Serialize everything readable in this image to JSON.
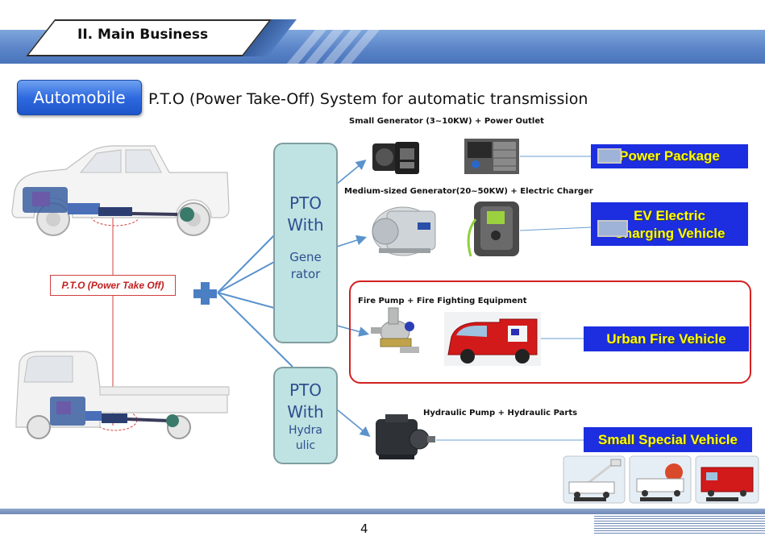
{
  "header": {
    "title": "II. Main Business"
  },
  "tag": {
    "label": "Automobile"
  },
  "main_title": "P.T.O (Power Take-Off) System for automatic transmission",
  "pto_label": "P.T.O (Power Take Off)",
  "pto_generator": {
    "line1": "PTO",
    "line2": "With",
    "line3": "Gene",
    "line4": "rator"
  },
  "pto_hydraulic": {
    "line1": "PTO",
    "line2": "With",
    "line3": "Hydra",
    "line4": "ulic"
  },
  "captions": {
    "small_generator": "Small Generator (3~10KW) + Power Outlet",
    "medium_generator": "Medium-sized Generator(20~50KW) + Electric Charger",
    "fire_pump": "Fire Pump + Fire Fighting Equipment",
    "hydraulic_pump": "Hydraulic Pump + Hydraulic Parts"
  },
  "labels": {
    "power_package": "Power Package",
    "ev_line1": "EV Electric",
    "ev_line2": "Charging Vehicle",
    "urban_fire": "Urban Fire Vehicle",
    "small_special": "Small Special Vehicle"
  },
  "page_number": "4",
  "colors": {
    "label_bg": "#1c2ee0",
    "label_text": "#ffff00",
    "pto_box_bg": "#bfe2e3",
    "pto_box_text": "#2f4f8f",
    "arrow": "#5a93cc",
    "fire_frame": "#d42020"
  }
}
